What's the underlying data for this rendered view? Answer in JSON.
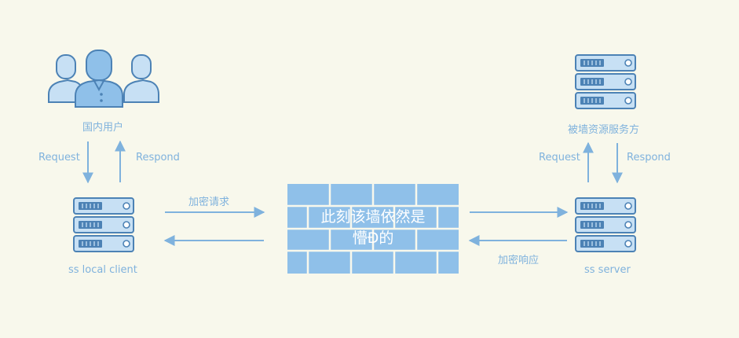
{
  "colors": {
    "background": "#f8f8ec",
    "primary": "#7fb2dd",
    "dark_stroke": "#4c82b5",
    "light_fill": "#c7e0f4",
    "wall_fill": "#8fc0e9"
  },
  "users": {
    "label": "国内用户",
    "icon": "users-group-icon"
  },
  "blocked_server": {
    "label": "被墙资源服务方",
    "icon": "server-stack-icon"
  },
  "local_client": {
    "label": "ss local client",
    "icon": "server-stack-icon",
    "request_label": "Request",
    "respond_label": "Respond"
  },
  "ss_server": {
    "label": "ss server",
    "icon": "server-stack-icon",
    "request_label": "Request",
    "respond_label": "Respond"
  },
  "encrypted_request": {
    "label": "加密请求"
  },
  "encrypted_response": {
    "label": "加密响应"
  },
  "firewall": {
    "icon": "brick-wall-icon",
    "line1": "此刻该墙依然是",
    "line2": "懵Ð的"
  }
}
